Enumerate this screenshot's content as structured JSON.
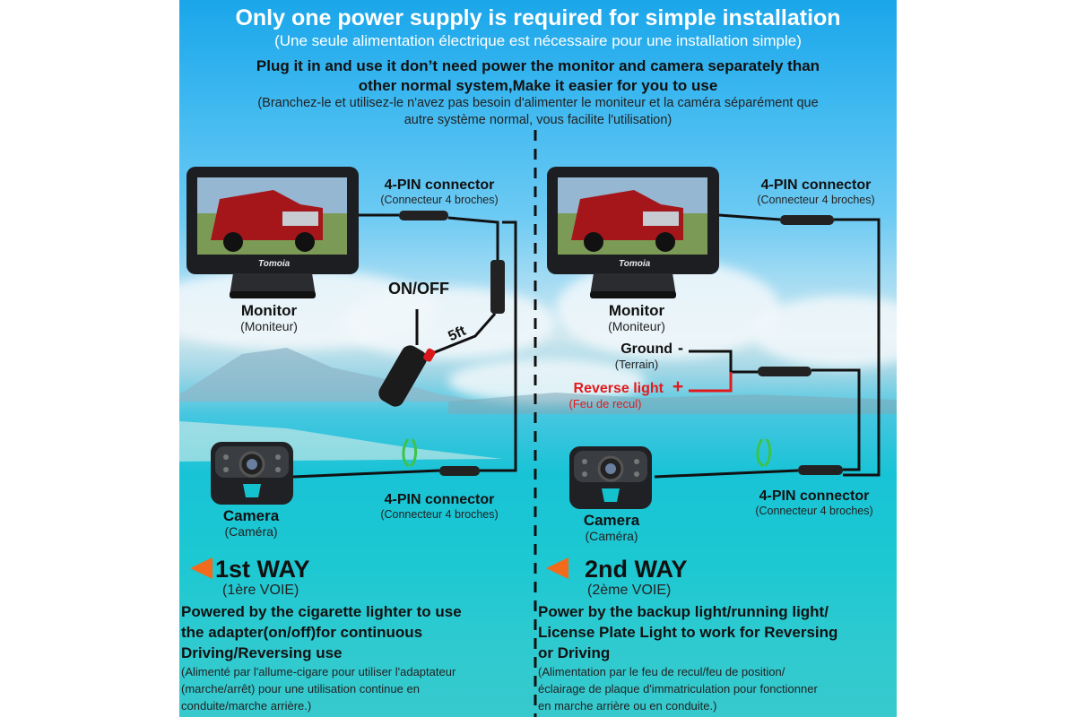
{
  "header": {
    "title": "Only one power supply is required for simple installation",
    "title_fr": "(Une seule alimentation électrique est nécessaire pour une installation simple)",
    "subtitle_line1": "Plug it in and use it don’t need power the monitor and camera separately than",
    "subtitle_line2": "other normal system,Make it easier for you to use",
    "subtitle_fr_line1": "(Branchez-le et utilisez-le n'avez pas besoin d'alimenter le moniteur et la caméra séparément que",
    "subtitle_fr_line2": "autre système normal, vous facilite l'utilisation)"
  },
  "left": {
    "connector_top": "4-PIN connector",
    "connector_top_fr": "(Connecteur 4 broches)",
    "monitor": "Monitor",
    "monitor_fr": "(Moniteur)",
    "brand": "Tomoia",
    "onoff": "ON/OFF",
    "cable": "5ft",
    "camera": "Camera",
    "camera_fr": "(Caméra)",
    "connector_bottom": "4-PIN connector",
    "connector_bottom_fr": "(Connecteur 4 broches)",
    "way": "1st WAY",
    "way_fr": "(1ère VOIE)",
    "desc_line1": "Powered by the cigarette lighter to use",
    "desc_line2": "the adapter(on/off)for continuous",
    "desc_line3": "Driving/Reversing use",
    "desc_fr_line1": "(Alimenté par l'allume-cigare pour utiliser l'adaptateur",
    "desc_fr_line2": "(marche/arrêt) pour une utilisation continue en",
    "desc_fr_line3": "conduite/marche arrière.)"
  },
  "right": {
    "connector_top": "4-PIN connector",
    "connector_top_fr": "(Connecteur 4 broches)",
    "monitor": "Monitor",
    "monitor_fr": "(Moniteur)",
    "brand": "Tomoia",
    "ground": "Ground",
    "ground_sign": "-",
    "ground_fr": "(Terrain)",
    "reverse": "Reverse light",
    "reverse_sign": "+",
    "reverse_fr": "(Feu de recul)",
    "camera": "Camera",
    "camera_fr": "(Caméra)",
    "connector_bottom": "4-PIN connector",
    "connector_bottom_fr": "(Connecteur 4 broches)",
    "way": "2nd WAY",
    "way_fr": "(2ème VOIE)",
    "desc_line1": "Power by the backup light/running light/",
    "desc_line2": "License Plate Light to work for Reversing",
    "desc_line3": "or Driving",
    "desc_fr_line1": "(Alimentation par le feu de recul/feu de position/",
    "desc_fr_line2": "éclairage de plaque d'immatriculation pour fonctionner",
    "desc_fr_line3": "en marche arrière ou en conduite.)"
  },
  "colors": {
    "title": "#ffffff",
    "reverse_wire": "#e3191b",
    "arrow": "#f26a1b",
    "wire": "#111111"
  }
}
